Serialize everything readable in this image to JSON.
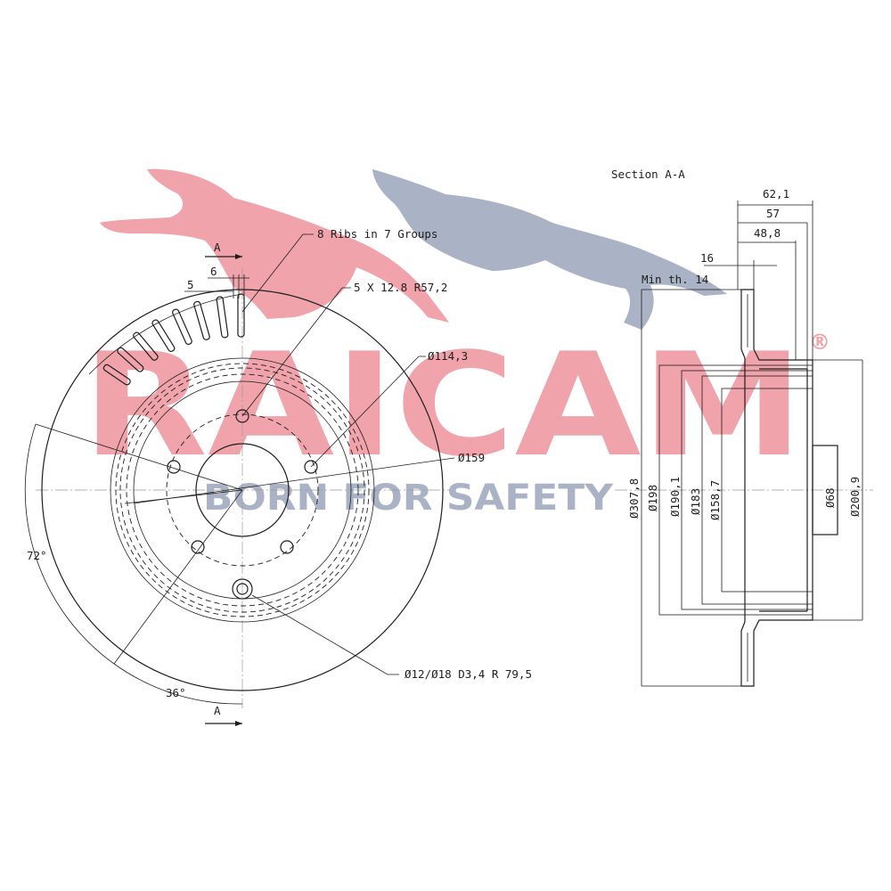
{
  "brand": {
    "name": "RAICAM",
    "registered_mark": "®",
    "slogan": "BORN FOR SAFETY",
    "red": "#f0a3aa",
    "grey": "#aab3c6"
  },
  "front_view": {
    "section_marker_top": "A",
    "section_marker_bottom": "A",
    "dim_5": "5",
    "dim_6": "6",
    "ribs_note": "8 Ribs in 7 Groups",
    "bolt_note": "5 X 12.8   R57,2",
    "pcd": "Ø114,3",
    "hat_dia": "Ø159",
    "hole_note": "Ø12/Ø18  D3,4   R 79,5",
    "angle_72": "72°",
    "angle_36": "36°"
  },
  "section_view": {
    "title": "Section A-A",
    "dim_62": "62,1",
    "dim_57": "57",
    "dim_48": "48,8",
    "dim_16": "16",
    "min_thickness": "Min th.  14",
    "d_307": "Ø307,8",
    "d_198": "Ø198",
    "d_190": "Ø190,1",
    "d_183": "Ø183",
    "d_158": "Ø158,7",
    "d_68": "Ø68",
    "d_200": "Ø200,9"
  }
}
